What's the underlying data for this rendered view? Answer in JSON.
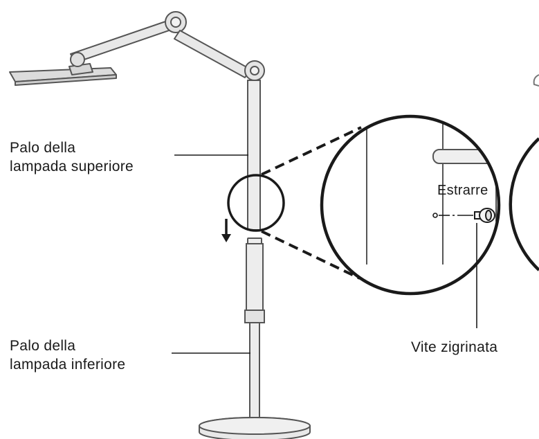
{
  "labels": {
    "upper_pole_line1": "Palo della",
    "upper_pole_line2": "lampada superiore",
    "lower_pole_line1": "Palo della",
    "lower_pole_line2": "lampada inferiore",
    "pull": "Estrarre",
    "thumb_screw": "Vite zigrinata"
  },
  "colors": {
    "line": "#1a1a1a",
    "lamp_stroke": "#555555",
    "lamp_fill": "#e4e4e4"
  }
}
